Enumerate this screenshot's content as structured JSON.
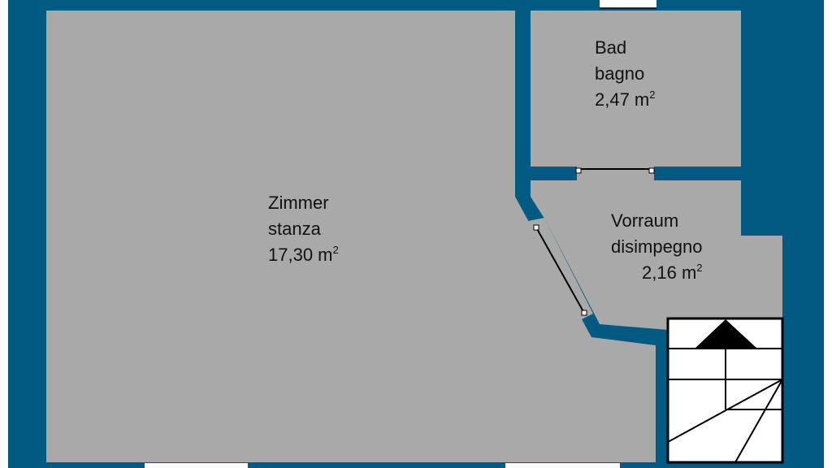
{
  "colors": {
    "wall": "#005a82",
    "floor": "#a9a9a9",
    "window": "#ffffff",
    "line": "#000000"
  },
  "rooms": [
    {
      "name_de": "Zimmer",
      "name_it": "stanza",
      "area": "17,30 m",
      "unit_sup": "2"
    },
    {
      "name_de": "Bad",
      "name_it": "bagno",
      "area": "2,47 m",
      "unit_sup": "2"
    },
    {
      "name_de": "Vorraum",
      "name_it": "disimpegno",
      "area": "2,16 m",
      "unit_sup": "2"
    }
  ],
  "stair_icon": "staircase-up-arrow"
}
